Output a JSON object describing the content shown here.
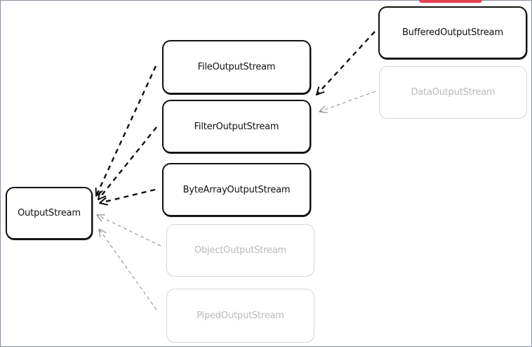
{
  "diagram": {
    "nodes": [
      {
        "id": "output_stream",
        "label": "OutputStream",
        "style": "solid"
      },
      {
        "id": "file_output_stream",
        "label": "FileOutputStream",
        "style": "solid"
      },
      {
        "id": "filter_output_stream",
        "label": "FilterOutputStream",
        "style": "solid"
      },
      {
        "id": "byte_array_output_stream",
        "label": "ByteArrayOutputStream",
        "style": "solid"
      },
      {
        "id": "object_output_stream",
        "label": "ObjectOutputStream",
        "style": "faded"
      },
      {
        "id": "piped_output_stream",
        "label": "PipedOutputStream",
        "style": "faded"
      },
      {
        "id": "buffered_output_stream",
        "label": "BufferedOutputStream",
        "style": "solid"
      },
      {
        "id": "data_output_stream",
        "label": "DataOutputStream",
        "style": "faded"
      }
    ],
    "edges": [
      {
        "from": "file_output_stream",
        "to": "output_stream",
        "style": "bold-dashed"
      },
      {
        "from": "filter_output_stream",
        "to": "output_stream",
        "style": "bold-dashed"
      },
      {
        "from": "byte_array_output_stream",
        "to": "output_stream",
        "style": "bold-dashed"
      },
      {
        "from": "object_output_stream",
        "to": "output_stream",
        "style": "faded-dashed"
      },
      {
        "from": "piped_output_stream",
        "to": "output_stream",
        "style": "faded-dashed"
      },
      {
        "from": "buffered_output_stream",
        "to": "filter_output_stream",
        "style": "bold-dashed"
      },
      {
        "from": "data_output_stream",
        "to": "filter_output_stream",
        "style": "faded-dashed"
      }
    ],
    "colors": {
      "solid_border": "#111111",
      "faded_border": "#d4d4d4",
      "faded_text": "#b9b9b9",
      "accent_tab": "#e0404f"
    }
  }
}
